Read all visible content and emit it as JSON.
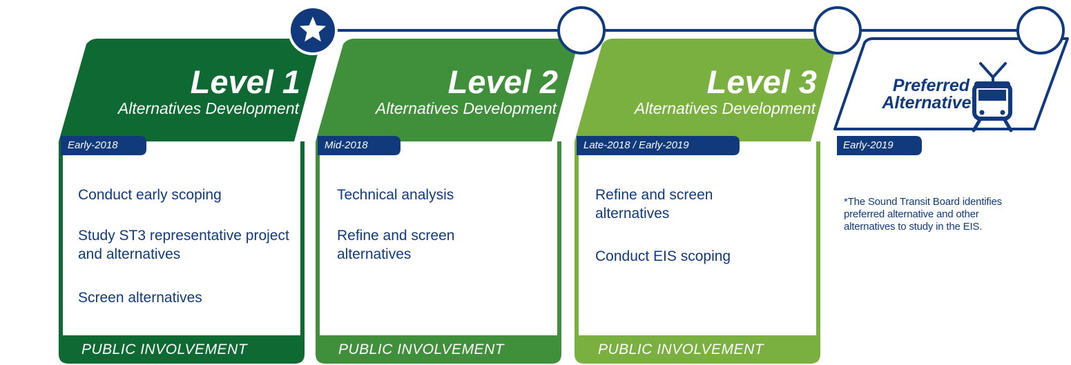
{
  "colors": {
    "navy": "#113a7c",
    "level1": "#0f6932",
    "level2": "#3f8f3b",
    "level3": "#7ab03f",
    "timeline_fade": "#c9d1e1"
  },
  "icons": {
    "level1_marker": "star-icon",
    "preferred": "light-rail-train-icon"
  },
  "stages": [
    {
      "title": "Level 1",
      "subtitle": "Alternatives Development",
      "date": "Early-2018",
      "items": [
        "Conduct early scoping",
        "Study ST3 representative project and alternatives",
        "Screen alternatives"
      ],
      "footer": "PUBLIC INVOLVEMENT"
    },
    {
      "title": "Level 2",
      "subtitle": "Alternatives Development",
      "date": "Mid-2018",
      "items": [
        "Technical analysis",
        "Refine and screen alternatives"
      ],
      "footer": "PUBLIC INVOLVEMENT"
    },
    {
      "title": "Level 3",
      "subtitle": "Alternatives Development",
      "date": "Late-2018 / Early-2019",
      "items": [
        "Refine and screen alternatives",
        "Conduct EIS scoping"
      ],
      "footer": "PUBLIC INVOLVEMENT"
    }
  ],
  "preferred": {
    "line1": "Preferred",
    "line2": "Alternative",
    "asterisk": "*",
    "date": "Early-2019",
    "note": "*The Sound Transit Board identifies preferred alternative and other alternatives to study in the EIS."
  }
}
